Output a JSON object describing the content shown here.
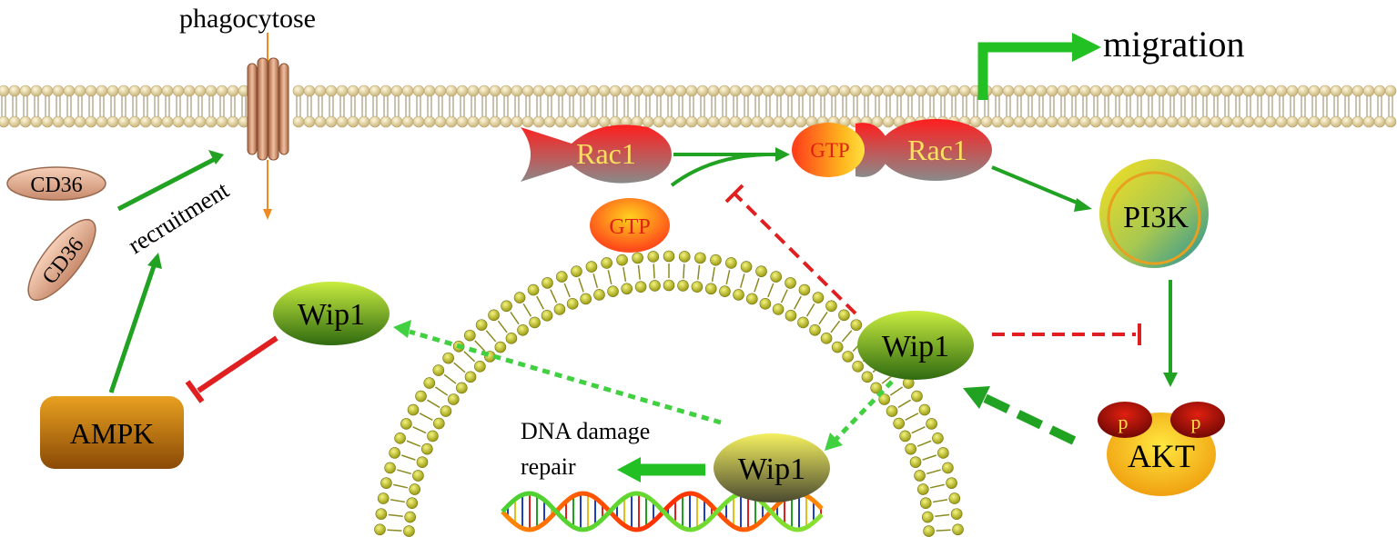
{
  "labels": {
    "phagocytose": "phagocytose",
    "migration": "migration",
    "recruitment": "recruitment",
    "dna_damage": "DNA  damage",
    "repair": "repair"
  },
  "nodes": {
    "cd36_top": "CD36",
    "cd36_bottom": "CD36",
    "rac1_free": "Rac1",
    "rac1_bound": "Rac1",
    "gtp_bound": "GTP",
    "gtp_free": "GTP",
    "pi3k": "PI3K",
    "akt": "AKT",
    "akt_p_left": "p",
    "akt_p_right": "p",
    "ampk": "AMPK",
    "wip1_left": "Wip1",
    "wip1_right": "Wip1",
    "wip1_nucleus": "Wip1"
  },
  "colors": {
    "activation": "#22a222",
    "inhibition": "#e02020",
    "membrane_head": "#e8d9a0",
    "nucleus_head": "#d8d820"
  }
}
